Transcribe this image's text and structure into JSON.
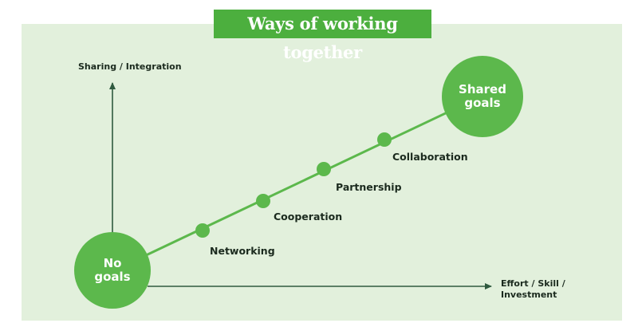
{
  "title": "Ways of working together",
  "axes": {
    "y_label": "Sharing / Integration",
    "x_label": "Effort / Skill /\nInvestment"
  },
  "start": {
    "label": "No\ngoals"
  },
  "end": {
    "label": "Shared\ngoals"
  },
  "stages": [
    {
      "label": "Networking"
    },
    {
      "label": "Cooperation"
    },
    {
      "label": "Partnership"
    },
    {
      "label": "Collaboration"
    }
  ],
  "colors": {
    "title_bg": "#4caf3e",
    "panel_bg": "#e2f0dc",
    "node": "#5cb84c",
    "axis": "#2f5a3f",
    "text": "#1b2a1e"
  }
}
